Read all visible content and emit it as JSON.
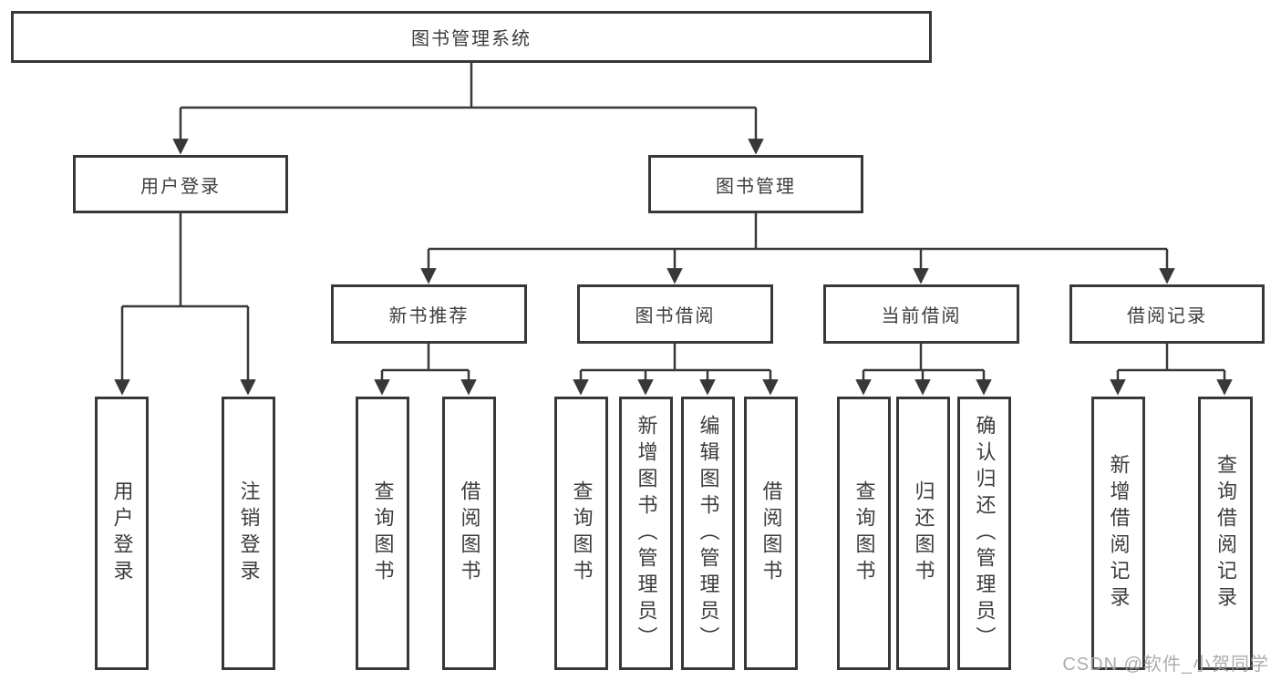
{
  "tree": {
    "root": "图书管理系统",
    "level2": [
      {
        "label": "用户登录"
      },
      {
        "label": "图书管理"
      }
    ],
    "level3": [
      {
        "label": "新书推荐"
      },
      {
        "label": "图书借阅"
      },
      {
        "label": "当前借阅"
      },
      {
        "label": "借阅记录"
      }
    ],
    "leaves": {
      "user_login": [
        "用户登录",
        "注销登录"
      ],
      "new_book": [
        "查询图书",
        "借阅图书"
      ],
      "book_borrow": [
        "查询图书",
        "新增图书（管理员）",
        "编辑图书（管理员）",
        "借阅图书"
      ],
      "current_borrow": [
        "查询图书",
        "归还图书",
        "确认归还（管理员）"
      ],
      "borrow_record": [
        "新增借阅记录",
        "查询借阅记录"
      ]
    }
  },
  "watermark": "CSDN @软件_小贺同学",
  "colors": {
    "line": "#383838",
    "text": "#3d3d3d",
    "background": "#ffffff",
    "watermark": "#a4a4a4"
  }
}
